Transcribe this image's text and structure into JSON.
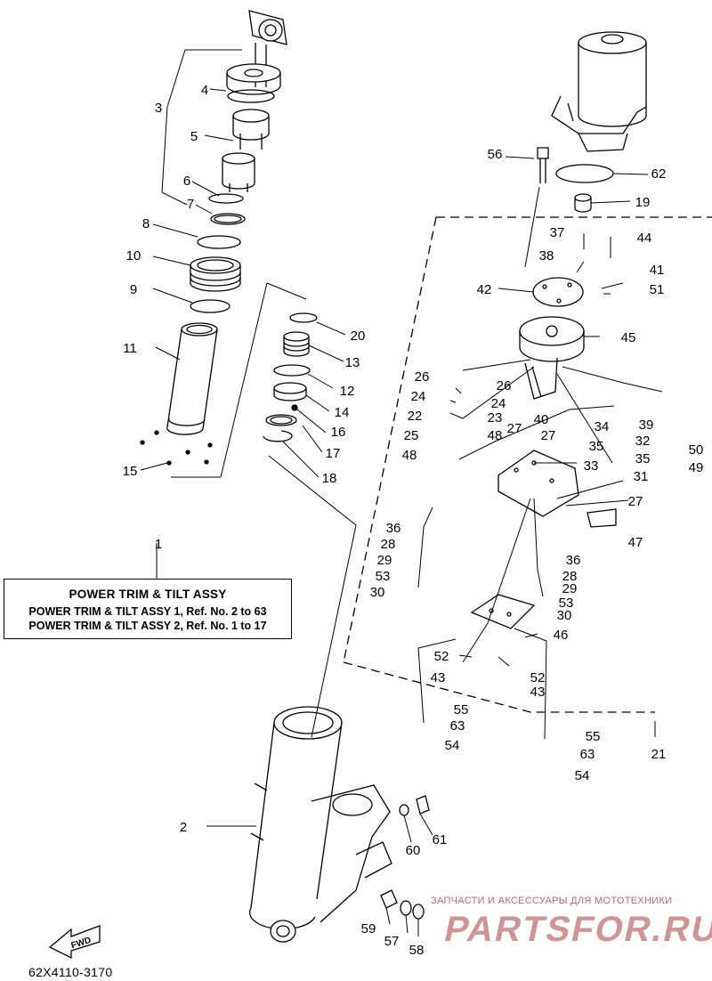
{
  "diagram_title": "POWER TRIM & TILT ASSY",
  "assemblies": [
    "POWER TRIM & TILT ASSY 1,  Ref. No. 2 to 63",
    "POWER TRIM & TILT ASSY 2,  Ref. No. 1 to 17"
  ],
  "catalog_code": "62X4110-3170",
  "fwd_label": "FWD",
  "watermark": {
    "text": "ЗАПЧАСТИ И АКСЕССУАРЫ ДЛЯ МОТОТЕХНИКИ",
    "logo": "PARTSFOR.RU"
  },
  "callouts": [
    "1",
    "2",
    "3",
    "4",
    "5",
    "6",
    "7",
    "8",
    "9",
    "10",
    "11",
    "12",
    "13",
    "14",
    "15",
    "16",
    "17",
    "18",
    "19",
    "20",
    "21",
    "22",
    "23",
    "24",
    "25",
    "26",
    "27",
    "28",
    "29",
    "30",
    "31",
    "32",
    "33",
    "34",
    "35",
    "36",
    "37",
    "38",
    "39",
    "40",
    "41",
    "42",
    "43",
    "44",
    "45",
    "46",
    "47",
    "48",
    "49",
    "50",
    "51",
    "52",
    "53",
    "54",
    "55",
    "56",
    "57",
    "58",
    "59",
    "60",
    "61",
    "62",
    "63"
  ]
}
